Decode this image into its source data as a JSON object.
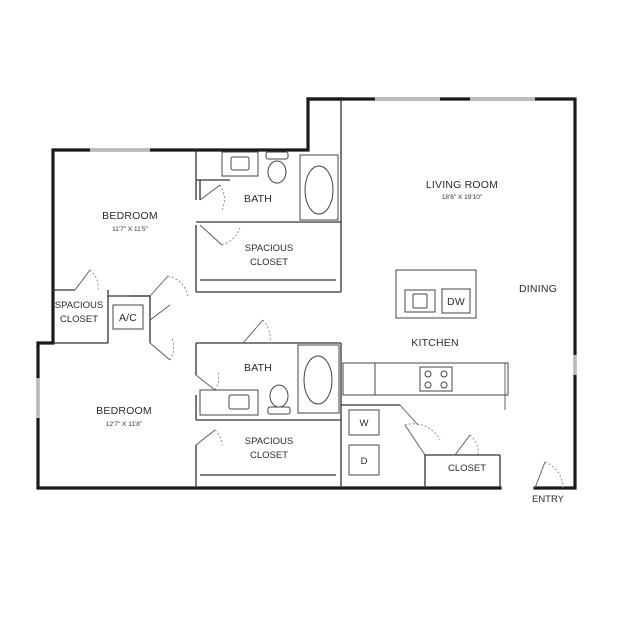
{
  "rooms": {
    "living_room": {
      "label": "LIVING ROOM",
      "dims": "18'6\" X 19'10\""
    },
    "bedroom_top": {
      "label": "BEDROOM",
      "dims": "11'7\" X 11'5\""
    },
    "bedroom_bottom": {
      "label": "BEDROOM",
      "dims": "12'7\" X 11'8\""
    },
    "bath_top": {
      "label": "BATH"
    },
    "bath_bottom": {
      "label": "BATH"
    },
    "closet_top": {
      "line1": "SPACIOUS",
      "line2": "CLOSET"
    },
    "closet_bottom": {
      "line1": "SPACIOUS",
      "line2": "CLOSET"
    },
    "closet_left": {
      "line1": "SPACIOUS",
      "line2": "CLOSET"
    },
    "kitchen": {
      "label": "KITCHEN"
    },
    "dining": {
      "label": "DINING"
    },
    "closet_entry": {
      "label": "CLOSET"
    },
    "entry": {
      "label": "ENTRY"
    }
  },
  "appliances": {
    "ac": "A/C",
    "dishwasher": "DW",
    "washer": "W",
    "dryer": "D"
  }
}
